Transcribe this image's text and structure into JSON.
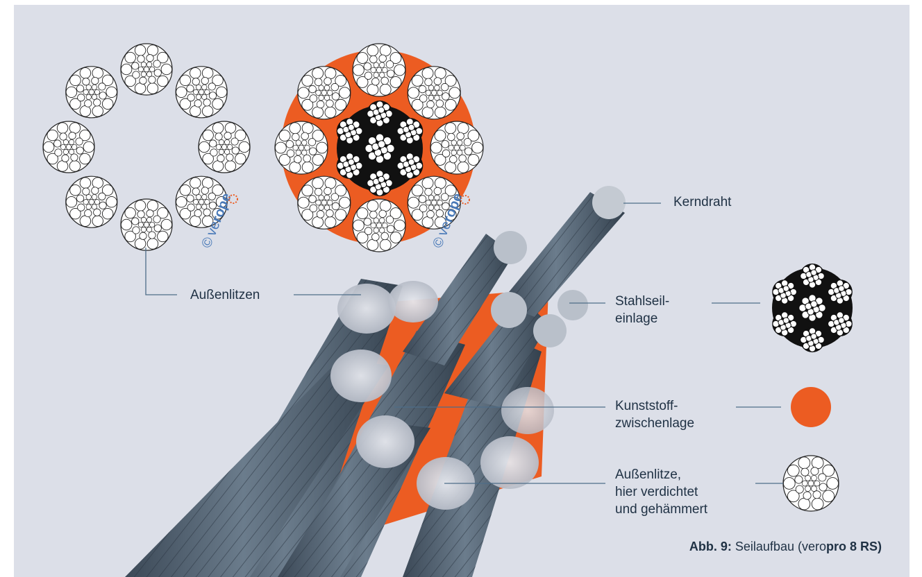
{
  "labels": {
    "kerndraht": "Kerndraht",
    "aussenlitzen": "Außenlitzen",
    "stahlseil_1": "Stahlseil-",
    "stahlseil_2": "einlage",
    "kunststoff_1": "Kunststoff-",
    "kunststoff_2": "zwischenlage",
    "aussenlitze_1": "Außenlitze,",
    "aussenlitze_2": "hier verdichtet",
    "aussenlitze_3": "und gehämmert"
  },
  "caption": {
    "prefix": "Abb. 9:",
    "text": " Seilaufbau (vero",
    "product": "pro 8 RS)"
  },
  "watermark": {
    "copyright": "©",
    "ve": "ve",
    "rope": "rope"
  },
  "colors": {
    "background": "#dcdfe8",
    "plastic": "#ec5c22",
    "steel": "#4a5a6a",
    "text": "#1f3144",
    "leader": "#4e6d88"
  }
}
